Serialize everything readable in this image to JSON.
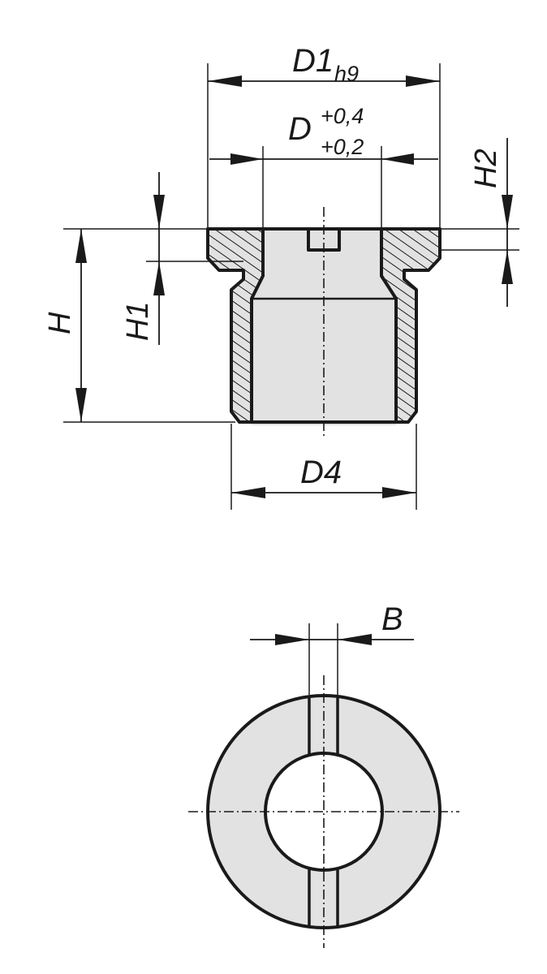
{
  "drawing": {
    "labels": {
      "d1": "D1",
      "d1_tol": "h9",
      "d": "D",
      "d_tol_upper": "+0,4",
      "d_tol_lower": "+0,2",
      "h2": "H2",
      "h": "H",
      "h1": "H1",
      "d4": "D4",
      "b": "B"
    },
    "colors": {
      "fill": "#e2e2e2",
      "line": "#1a1a1a",
      "background": "#ffffff"
    }
  }
}
